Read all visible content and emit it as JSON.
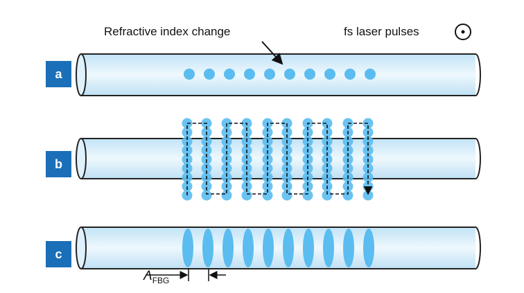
{
  "annotations": {
    "refractive": "Refractive index change",
    "laser": "fs laser pulses",
    "lambda": "Λ",
    "lambda_sub": "FBG"
  },
  "panels": [
    {
      "label": "a"
    },
    {
      "label": "b"
    },
    {
      "label": "c"
    }
  ],
  "colors": {
    "label_bg": "#1a6fb8",
    "dot": "#5bbcf0",
    "fiber": "#d6eefa"
  }
}
